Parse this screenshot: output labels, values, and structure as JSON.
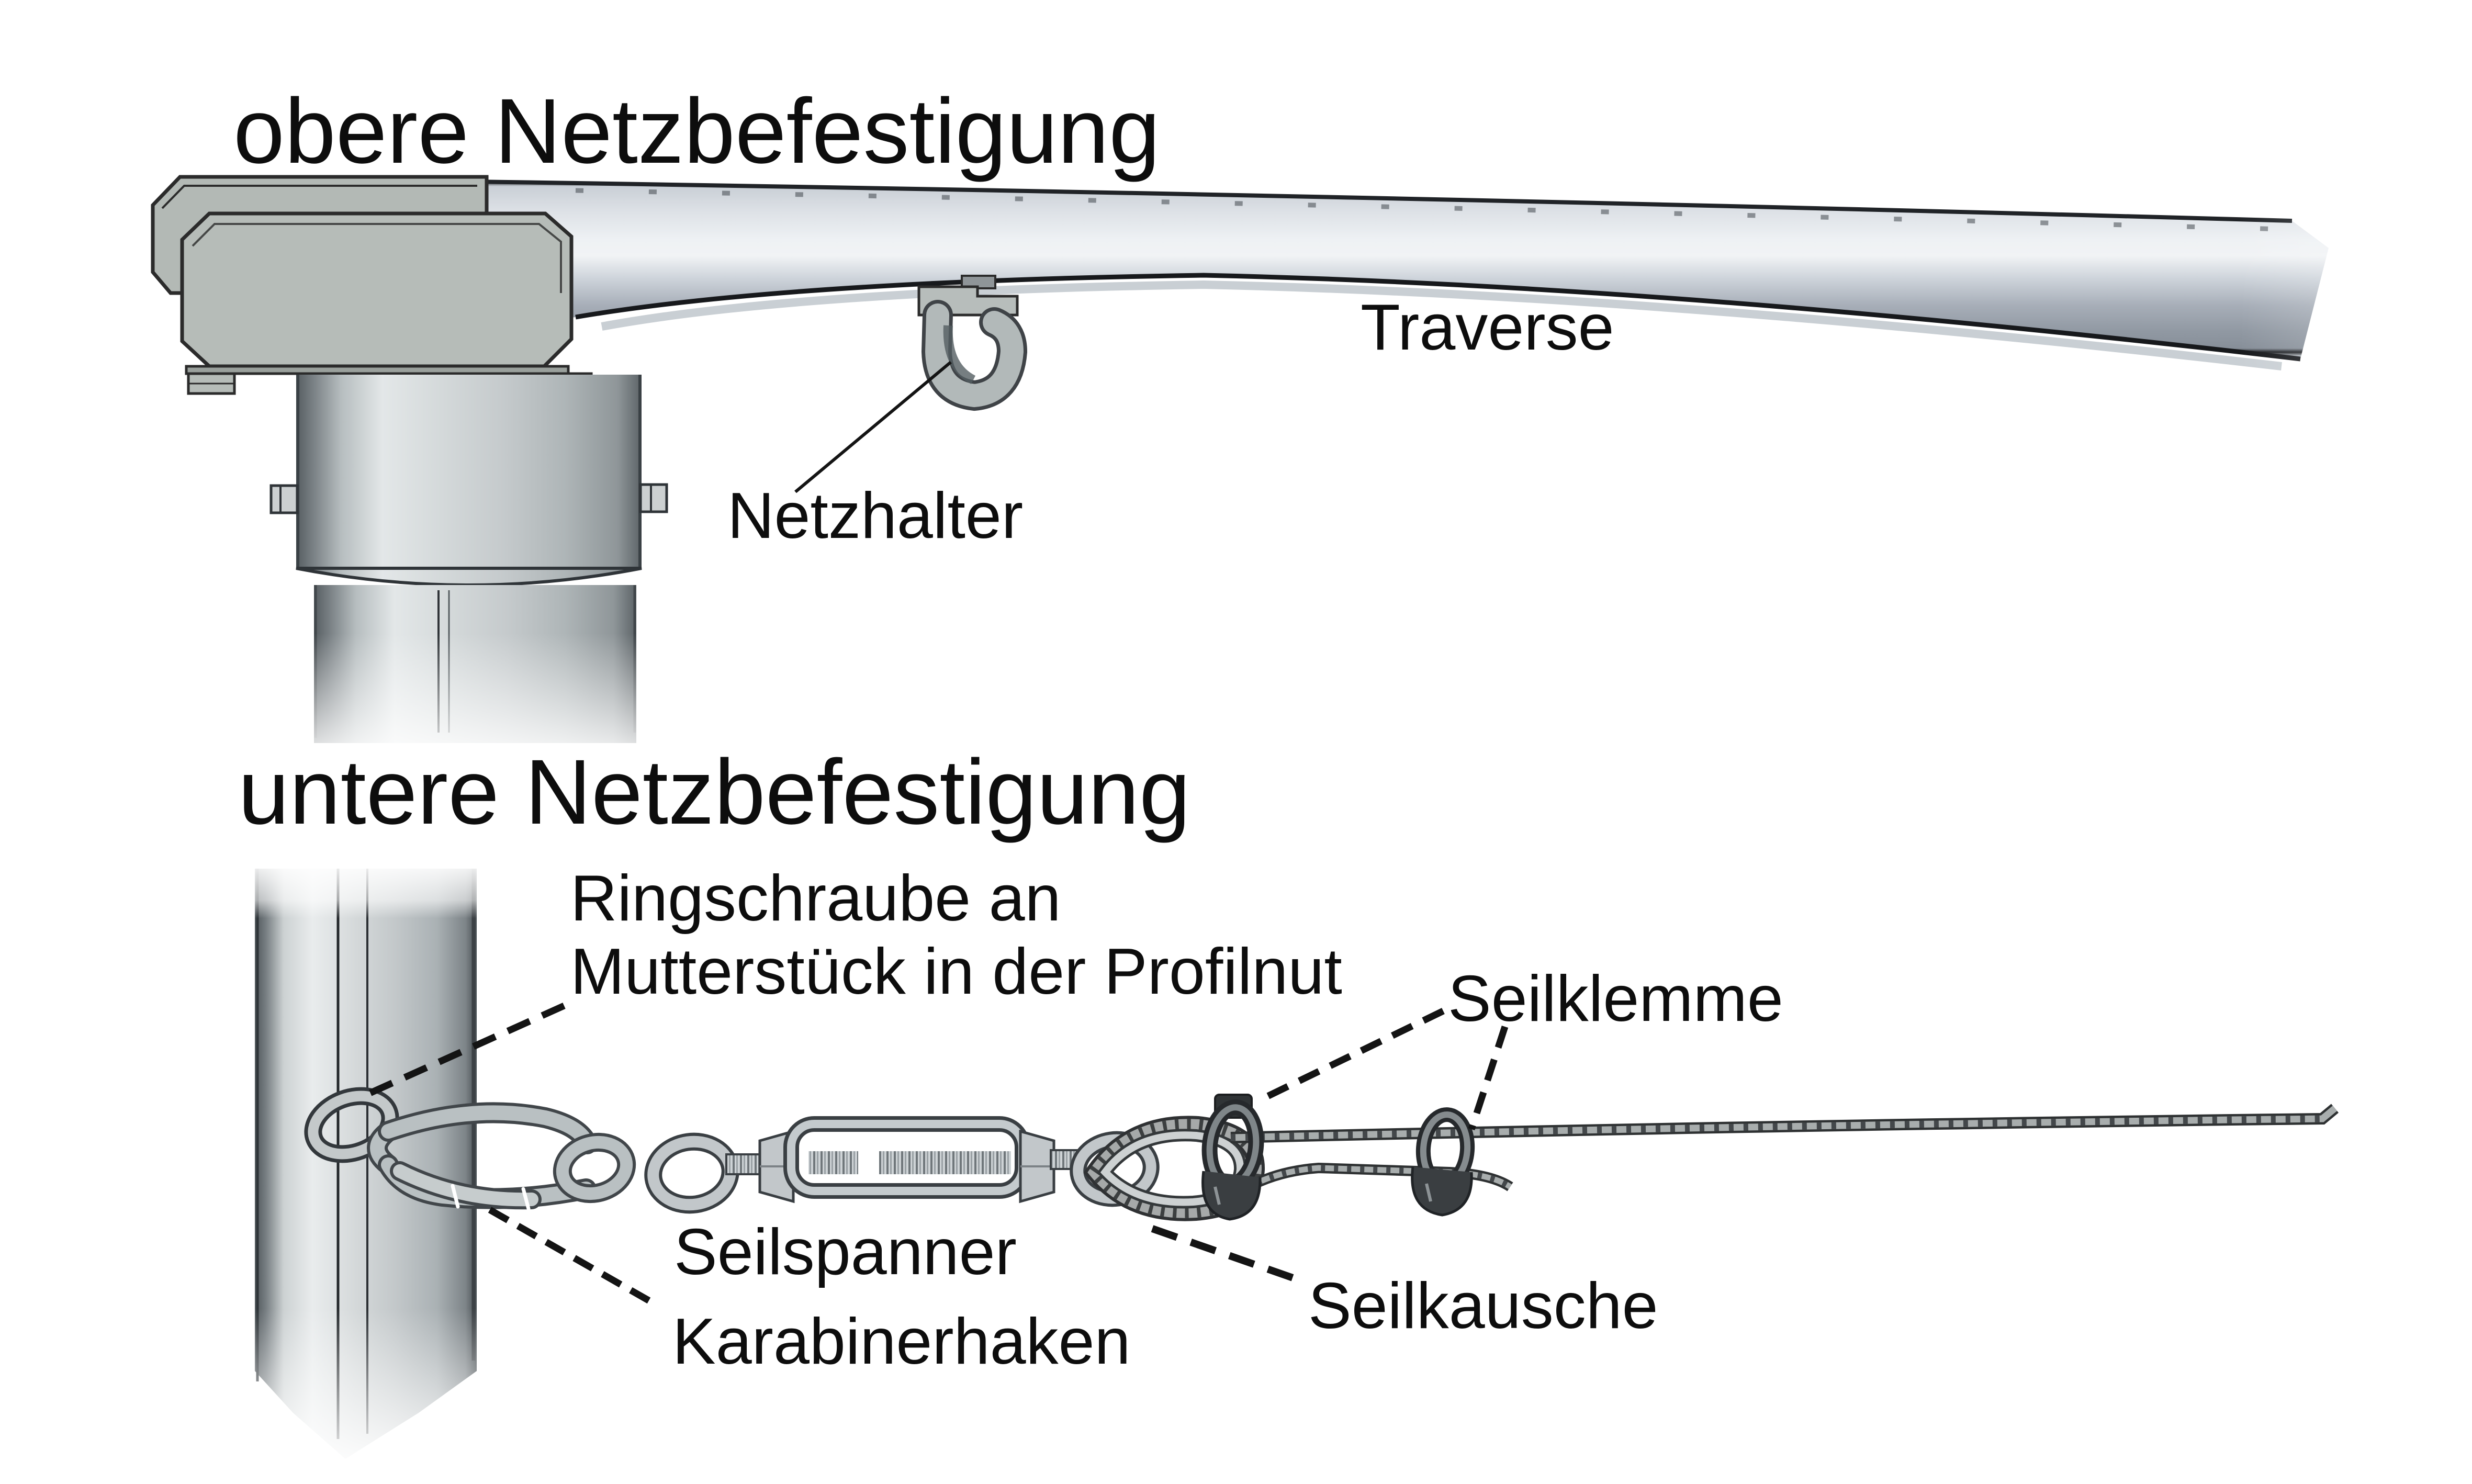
{
  "titles": {
    "upper": "obere Netzbefestigung",
    "lower": "untere Netzbefestigung"
  },
  "labels": {
    "traverse": "Traverse",
    "netzhalter": "Netzhalter",
    "ringschraube_line1": "Ringschraube an",
    "ringschraube_line2": "Mutterstück in der Profilnut",
    "seilklemme": "Seilklemme",
    "seilspanner": "Seilspanner",
    "karabinerhaken": "Karabinerhaken",
    "seilkausche": "Seilkausche"
  },
  "colors": {
    "background": "#ffffff",
    "text": "#0d0d0d",
    "leader_line": "#141414",
    "outline": "#2b2b2b",
    "metal_light": "#d8dcde",
    "metal_mid": "#aab1b4",
    "metal_dark": "#3f4347"
  }
}
